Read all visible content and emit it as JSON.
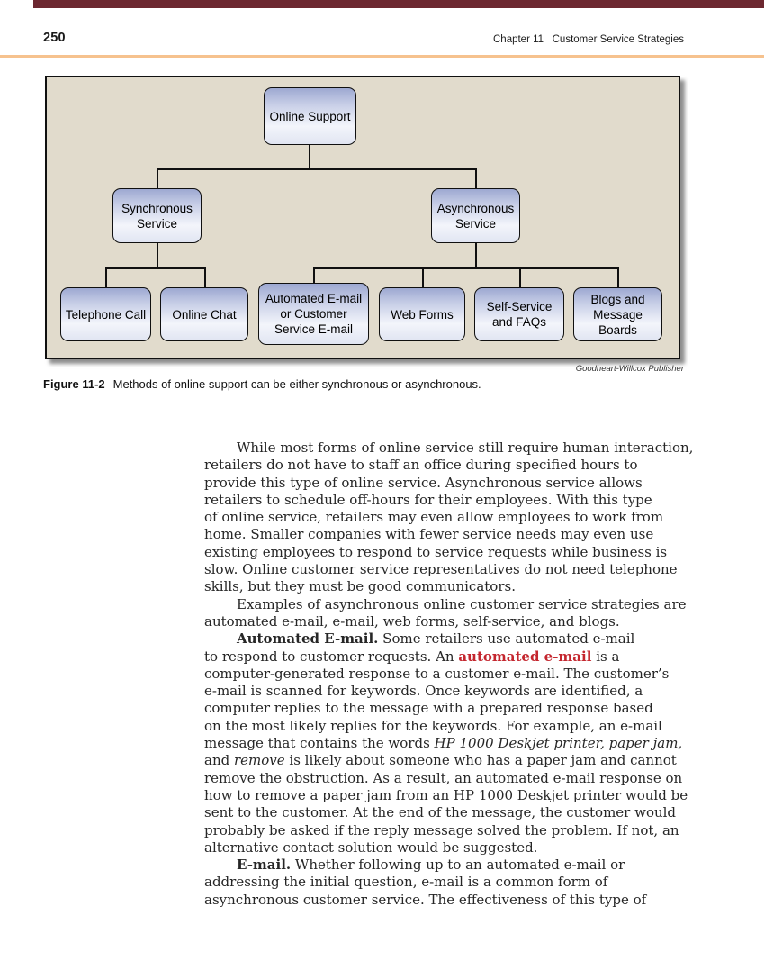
{
  "page": {
    "number": "250",
    "header_right": "Chapter 11   Customer Service Strategies"
  },
  "colors": {
    "top_bar": "#6c2730",
    "header_rule": "#f6c28e",
    "figure_background": "#e1dbcc",
    "node_gradient_top": "#9da8d1",
    "node_gradient_bottom": "#e1e5f2",
    "keyword_red": "#c4262e"
  },
  "figure": {
    "caption_label": "Figure 11-2",
    "caption_text": "Methods of online support can be either synchronous or asynchronous.",
    "credit": "Goodheart-Willcox Publisher",
    "nodes": {
      "root": "Online Support",
      "level2": [
        "Synchronous Service",
        "Asynchronous Service"
      ],
      "leaves": [
        "Telephone Call",
        "Online Chat",
        "Automated E-mail or Customer Service E-mail",
        "Web Forms",
        "Self-Service and FAQs",
        "Blogs and Message Boards"
      ]
    }
  },
  "body": {
    "lines": [
      {
        "ind": true,
        "runs": [
          {
            "t": "While most forms of online service still require human interaction,"
          }
        ]
      },
      {
        "runs": [
          {
            "t": "retailers do not have to staff an office during specified hours to"
          }
        ]
      },
      {
        "runs": [
          {
            "t": "provide this type of online service. Asynchronous service allows"
          }
        ]
      },
      {
        "runs": [
          {
            "t": "retailers to schedule off-hours for their employees. With this type"
          }
        ]
      },
      {
        "runs": [
          {
            "t": "of online service, retailers may even allow employees to work from"
          }
        ]
      },
      {
        "runs": [
          {
            "t": "home. Smaller companies with fewer service needs may even use"
          }
        ]
      },
      {
        "runs": [
          {
            "t": "existing employees to respond to service requests while business is"
          }
        ]
      },
      {
        "runs": [
          {
            "t": "slow. Online customer service representatives do not need telephone"
          }
        ]
      },
      {
        "runs": [
          {
            "t": "skills, but they must be good communicators."
          }
        ]
      },
      {
        "ind": true,
        "runs": [
          {
            "t": "Examples of asynchronous online customer service strategies are"
          }
        ]
      },
      {
        "runs": [
          {
            "t": "automated e-mail, e-mail, web forms, self-service, and blogs."
          }
        ]
      },
      {
        "ind": true,
        "runs": [
          {
            "t": "Automated E-mail."
          },
          {
            "t": " Some retailers use automated e-mail"
          }
        ]
      },
      {
        "runs": [
          {
            "t": "to respond to customer requests. An "
          },
          {
            "t": "automated e-mail"
          },
          {
            "t": " is a"
          }
        ]
      },
      {
        "runs": [
          {
            "t": "computer-generated response to a customer e-mail. The customer’s"
          }
        ]
      },
      {
        "runs": [
          {
            "t": "e-mail is scanned for keywords. Once keywords are identified, a"
          }
        ]
      },
      {
        "runs": [
          {
            "t": "computer replies to the message with a prepared response based"
          }
        ]
      },
      {
        "runs": [
          {
            "t": "on the most likely replies for the keywords. For example, an e-mail"
          }
        ]
      },
      {
        "runs": [
          {
            "t": "message that contains the words "
          },
          {
            "t": "HP 1000 Deskjet printer, paper jam,"
          }
        ]
      },
      {
        "runs": [
          {
            "t": "and "
          },
          {
            "t": "remove"
          },
          {
            "t": " is likely about someone who has a paper jam and cannot"
          }
        ]
      },
      {
        "runs": [
          {
            "t": "remove the obstruction. As a result, an automated e-mail response on"
          }
        ]
      },
      {
        "runs": [
          {
            "t": "how to remove a paper jam from an HP 1000 Deskjet printer would be"
          }
        ]
      },
      {
        "runs": [
          {
            "t": "sent to the customer. At the end of the message, the customer would"
          }
        ]
      },
      {
        "runs": [
          {
            "t": "probably be asked if the reply message solved the problem. If not, an"
          }
        ]
      },
      {
        "runs": [
          {
            "t": "alternative contact solution would be suggested."
          }
        ]
      },
      {
        "ind": true,
        "runs": [
          {
            "t": "E-mail."
          },
          {
            "t": " Whether following up to an automated e-mail or"
          }
        ]
      },
      {
        "runs": [
          {
            "t": "addressing the initial question, e-mail is a common form of"
          }
        ]
      },
      {
        "runs": [
          {
            "t": "asynchronous customer service. The effectiveness of this type of"
          }
        ]
      }
    ]
  }
}
